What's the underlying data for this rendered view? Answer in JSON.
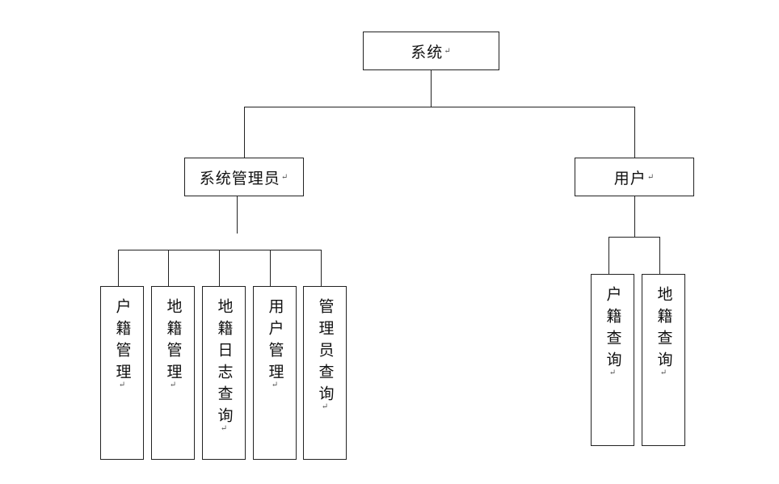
{
  "diagram": {
    "paragraph_mark": "↵",
    "root": {
      "label": "系统"
    },
    "admin": {
      "label": "系统管理员",
      "children": [
        "户籍管理",
        "地籍管理",
        "地籍日志查询",
        "用户管理",
        "管理员查询"
      ]
    },
    "user": {
      "label": "用户",
      "children": [
        "户籍查询",
        "地籍查询"
      ]
    }
  }
}
